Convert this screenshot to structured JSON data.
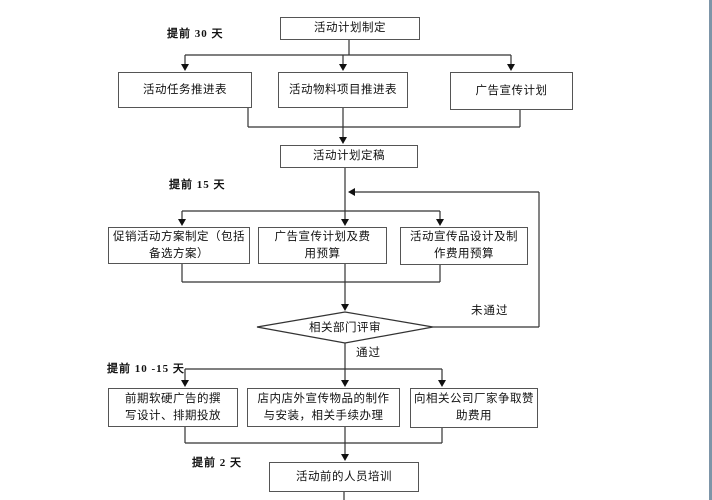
{
  "diagram": {
    "type": "flowchart",
    "language": "zh-CN",
    "nodes": [
      {
        "id": "plan-formulation",
        "shape": "rect",
        "label": "活动计划制定"
      },
      {
        "id": "task-schedule",
        "shape": "rect",
        "label": "活动任务推进表"
      },
      {
        "id": "materials-schedule",
        "shape": "rect",
        "label": "活动物料项目推进表"
      },
      {
        "id": "ad-plan",
        "shape": "rect",
        "label": "广告宣传计划"
      },
      {
        "id": "plan-finalization",
        "shape": "rect",
        "label": "活动计划定稿"
      },
      {
        "id": "promo-scheme",
        "shape": "rect",
        "label": "促销活动方案制定（包括备选方案）"
      },
      {
        "id": "ad-budget",
        "shape": "rect",
        "label": "广告宣传计划及费用预算"
      },
      {
        "id": "promo-materials-design",
        "shape": "rect",
        "label": "活动宣传品设计及制作费用预算"
      },
      {
        "id": "department-review",
        "shape": "diamond",
        "label": "相关部门评审"
      },
      {
        "id": "early-ads",
        "shape": "rect",
        "label": "前期软硬广告的撰写设计、排期投放"
      },
      {
        "id": "store-materials",
        "shape": "rect",
        "label": "店内店外宣传物品的制作与安装，相关手续办理"
      },
      {
        "id": "sponsorship",
        "shape": "rect",
        "label": "向相关公司厂家争取赞助费用"
      },
      {
        "id": "staff-training",
        "shape": "rect",
        "label": "活动前的人员培训"
      }
    ],
    "edge_labels": {
      "fail": "未通过",
      "pass": "通过"
    },
    "time_labels": {
      "t30": "提前 30 天",
      "t15": "提前 15 天",
      "t10_15": "提前 10 -15 天",
      "t2": "提前 2 天"
    },
    "colors": {
      "line": "#333333",
      "box_border": "#555555",
      "text": "#111111",
      "background": "#ffffff",
      "right_stripe": "#7d95a8"
    }
  }
}
